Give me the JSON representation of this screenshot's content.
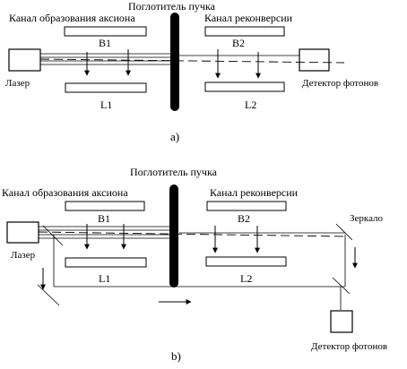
{
  "diagram_a": {
    "absorber_label": "Поглотитель пучка",
    "production_channel_label": "Канал образования аксиона",
    "reconversion_channel_label": "Канал реконверсии",
    "laser_label": "Лазер",
    "detector_label": "Детектор фотонов",
    "b1_label": "B1",
    "b2_label": "B2",
    "l1_label": "L1",
    "l2_label": "L2",
    "caption": "a)"
  },
  "diagram_b": {
    "absorber_label": "Поглотитель пучка",
    "production_channel_label": "Канал образования аксиона",
    "reconversion_channel_label": "Канал реконверсии",
    "mirror_label": "Зеркало",
    "laser_label": "Лазер",
    "detector_label": "Детектор фотонов",
    "b1_label": "B1",
    "b2_label": "B2",
    "l1_label": "L1",
    "l2_label": "L2",
    "caption": "b)"
  },
  "colors": {
    "ink": "#000000",
    "background": "#ffffff"
  }
}
